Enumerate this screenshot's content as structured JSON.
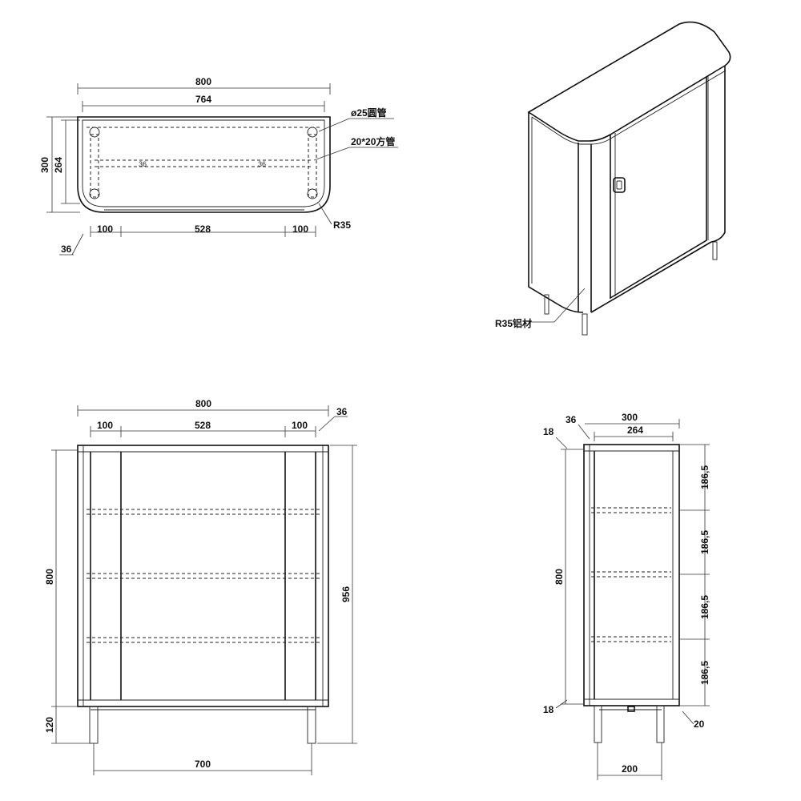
{
  "top_view": {
    "dim_800": "800",
    "dim_764": "764",
    "dim_300": "300",
    "dim_264": "264",
    "dim_100_left": "100",
    "dim_528": "528",
    "dim_100_right": "100",
    "dim_36": "36",
    "label_pipe": "ø25圆管",
    "label_square": "20*20方管",
    "label_r35": "R35",
    "small_marks": "36"
  },
  "iso_view": {
    "label_r35_alu": "R35铝材"
  },
  "front_view": {
    "dim_800_top": "800",
    "dim_100_left": "100",
    "dim_528": "528",
    "dim_100_right": "100",
    "dim_36": "36",
    "dim_800_left": "800",
    "dim_120": "120",
    "dim_956": "956",
    "dim_700": "700"
  },
  "side_view": {
    "dim_36": "36",
    "dim_300": "300",
    "dim_264": "264",
    "dim_18_top": "18",
    "dim_800": "800",
    "dim_186_1": "186,5",
    "dim_186_2": "186,5",
    "dim_186_3": "186,5",
    "dim_186_4": "186,5",
    "dim_18_bottom": "18",
    "dim_20": "20",
    "dim_200": "200"
  }
}
